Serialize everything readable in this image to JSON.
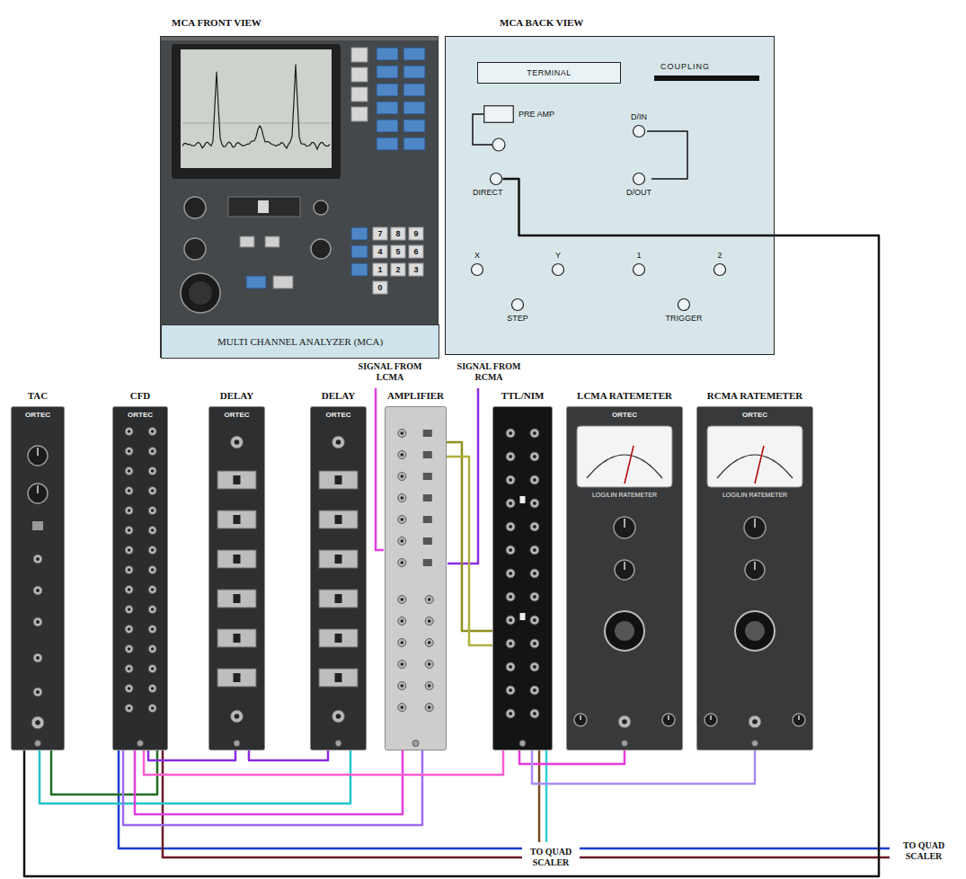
{
  "diagram": {
    "nodes": [
      {
        "text": [
          "MCA FRONT VIEW",
          "7",
          "8",
          "9",
          "4",
          "5",
          "6",
          "1",
          "2",
          "3",
          "0"
        ]
      },
      {
        "text": [
          "MULTI CHANNEL ANALYZER (MCA)"
        ],
        "in": 0
      },
      {
        "text": [
          "MCA BACK VIEW"
        ]
      },
      {
        "text": [
          "TERMINAL"
        ],
        "in": 2
      },
      {
        "text": [
          "PRE AMP"
        ],
        "in": 2
      },
      {
        "text": [
          "DIRECT"
        ],
        "in": 2
      },
      {
        "text": [
          "D/IN"
        ],
        "in": 2
      },
      {
        "text": [
          "D/OUT"
        ],
        "in": 2
      },
      {
        "text": [
          "X"
        ],
        "in": 2
      },
      {
        "text": [
          "Y"
        ],
        "in": 2
      },
      {
        "text": [
          "1"
        ],
        "in": 2
      },
      {
        "text": [
          "2"
        ],
        "in": 2
      },
      {
        "text": [
          "STEP"
        ],
        "in": 2
      },
      {
        "text": [
          "TRIGGER"
        ],
        "in": 2
      },
      {
        "text": [
          "TAC",
          "ORTEC"
        ]
      },
      {
        "text": [
          "CFD",
          "ORTEC"
        ]
      },
      {
        "text": [
          "DELAY",
          "ORTEC"
        ]
      },
      {
        "text": [
          "DELAY",
          "ORTEC"
        ]
      },
      {
        "text": [
          "AMPLIFIER"
        ]
      },
      {
        "text": [
          "TTL/NIM"
        ]
      },
      {
        "text": [
          "LCMA RATEMETER",
          "ORTEC",
          "LOG/LIN RATEMETER"
        ]
      },
      {
        "text": [
          "RCMA RATEMETER",
          "ORTEC",
          "LOG/LIN RATEMETER"
        ]
      }
    ],
    "edges": [
      {
        "from": 6,
        "to": 7,
        "arrow": "none"
      },
      {
        "from": 14,
        "to": 5,
        "arrow": "none"
      },
      {
        "from": 15,
        "to": 14,
        "arrow": "none"
      },
      {
        "from": 15,
        "to": 16,
        "arrow": "none"
      },
      {
        "from": 16,
        "to": 17,
        "arrow": "none"
      },
      {
        "from": 17,
        "to": 14,
        "arrow": "none"
      },
      {
        "from": 18,
        "to": 15,
        "arrow": "none"
      },
      {
        "from": 18,
        "to": 15,
        "arrow": "none"
      },
      {
        "from": 18,
        "to": 19,
        "arrow": "none"
      },
      {
        "from": 18,
        "to": 19,
        "arrow": "none"
      },
      {
        "from": 19,
        "to": 15,
        "arrow": "none"
      },
      {
        "from": 19,
        "to": 20,
        "arrow": "none"
      },
      {
        "from": 19,
        "to": 21,
        "arrow": "none"
      }
    ],
    "labels": [
      "COUPLING",
      "SIGNAL FROM LCMA",
      "SIGNAL FROM RCMA",
      "TO QUAD SCALER",
      "TO QUAD SCALER"
    ]
  }
}
